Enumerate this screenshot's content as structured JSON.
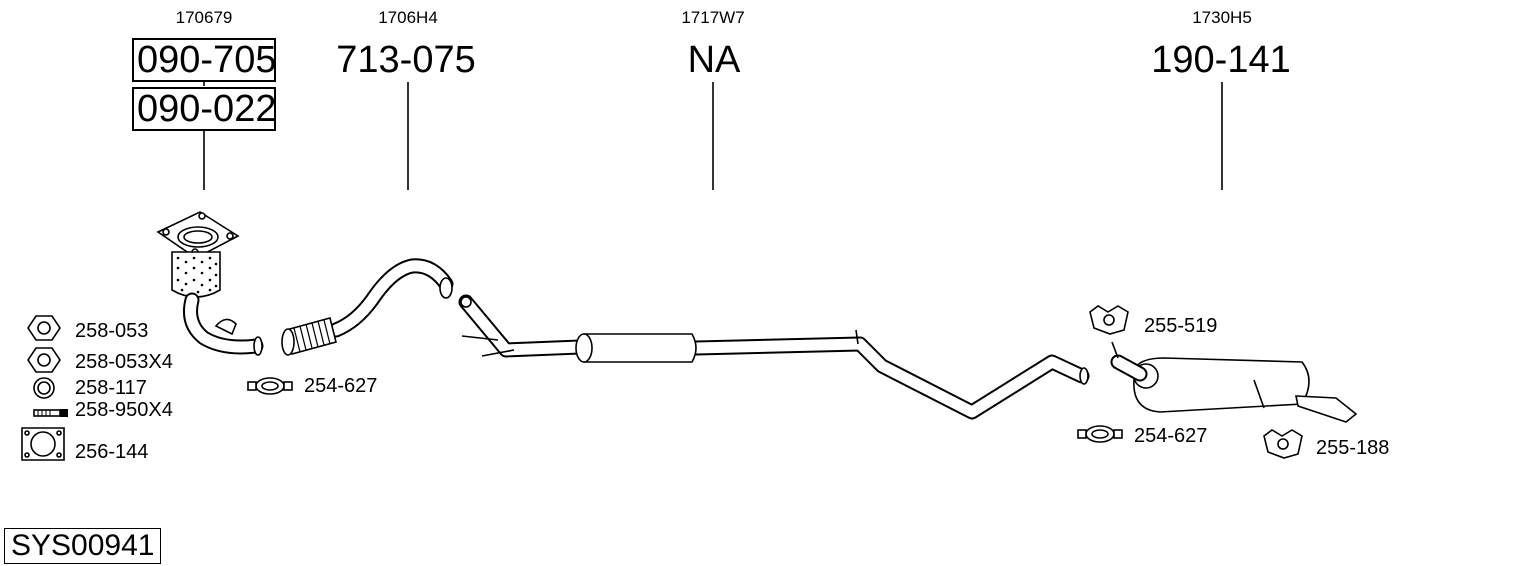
{
  "oe_numbers": [
    "170679",
    "1706H4",
    "1717W7",
    "1730H5"
  ],
  "part_numbers": {
    "p1_top": "090-705",
    "p1_bottom": "090-022",
    "p2": "713-075",
    "p3": "NA",
    "p4": "190-141"
  },
  "accessories": {
    "nut": "258-053",
    "nut_x4": "258-053X4",
    "ring": "258-117",
    "bolt_x4": "258-950X4",
    "gasket": "256-144",
    "clamp_front": "254-627",
    "hanger_top": "255-519",
    "clamp_rear": "254-627",
    "hanger_rear": "255-188"
  },
  "system_id": "SYS00941"
}
